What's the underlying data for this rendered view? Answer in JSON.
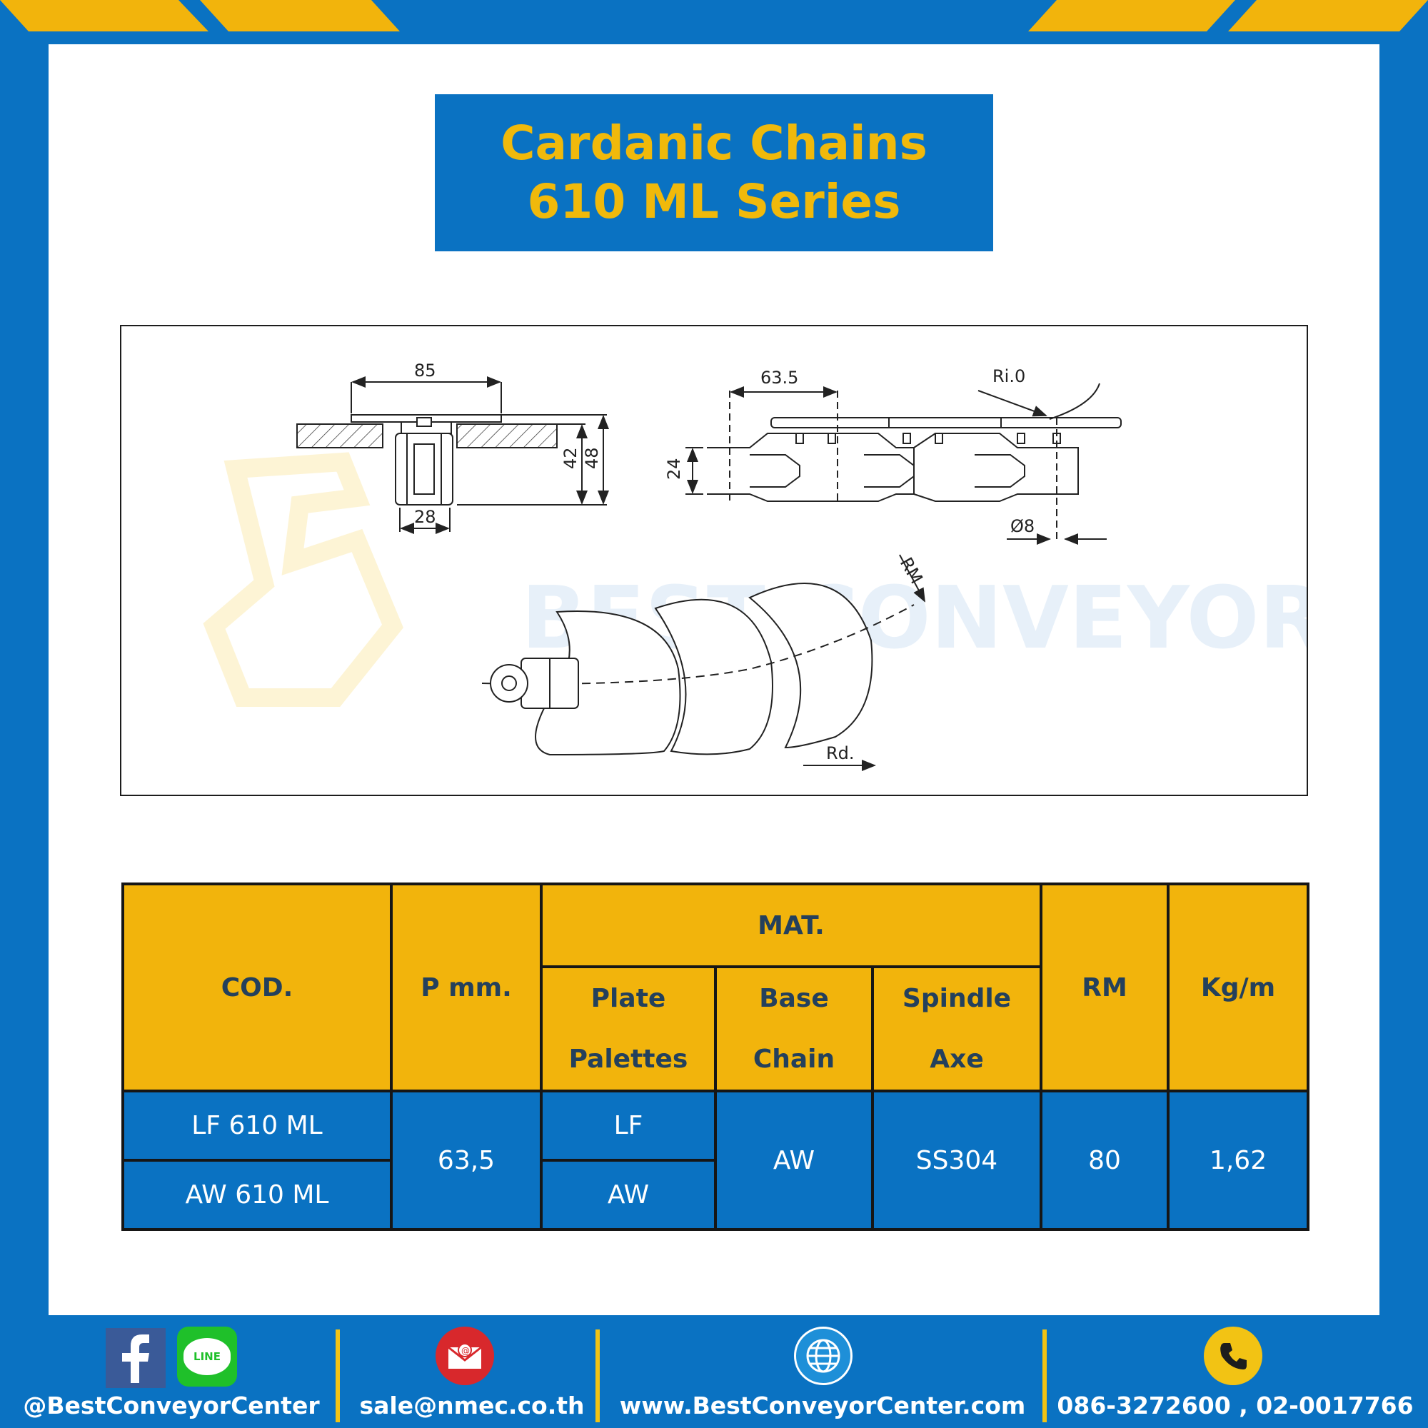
{
  "title": {
    "line1": "Cardanic Chains",
    "line2": "610 ML Series"
  },
  "drawing": {
    "dim_width_top": "85",
    "dim_width_bottom": "28",
    "dim_height_inner": "42",
    "dim_height_outer": "48",
    "dim_pitch": "63.5",
    "dim_inner_radius": "Ri.0",
    "dim_link_height": "24",
    "dim_pin_diameter": "Ø8",
    "label_rm": "RM",
    "label_rd": "Rd.",
    "watermark": "BEST CONVEYOR CENTER"
  },
  "table": {
    "headers": {
      "cod": "COD.",
      "pitch": "P mm.",
      "mat": "MAT.",
      "plate_1": "Plate",
      "plate_2": "Palettes",
      "base_1": "Base",
      "base_2": "Chain",
      "spindle_1": "Spindle",
      "spindle_2": "Axe",
      "rm": "RM",
      "kgm": "Kg/m"
    },
    "rows": [
      {
        "cod": "LF 610 ML",
        "plate": "LF"
      },
      {
        "cod": "AW 610 ML",
        "plate": "AW"
      }
    ],
    "shared": {
      "pitch": "63,5",
      "base": "AW",
      "spindle": "SS304",
      "rm": "80",
      "kgm": "1,62"
    }
  },
  "footer": {
    "social": "@BestConveyorCenter",
    "email": "sale@nmec.co.th",
    "website": "www.BestConveyorCenter.com",
    "phone": "086-3272600 , 02-0017766",
    "line_icon_text": "LINE"
  },
  "colors": {
    "frame_blue": "#0a72c2",
    "accent_yellow": "#f2b40c",
    "header_text": "#24405c"
  }
}
